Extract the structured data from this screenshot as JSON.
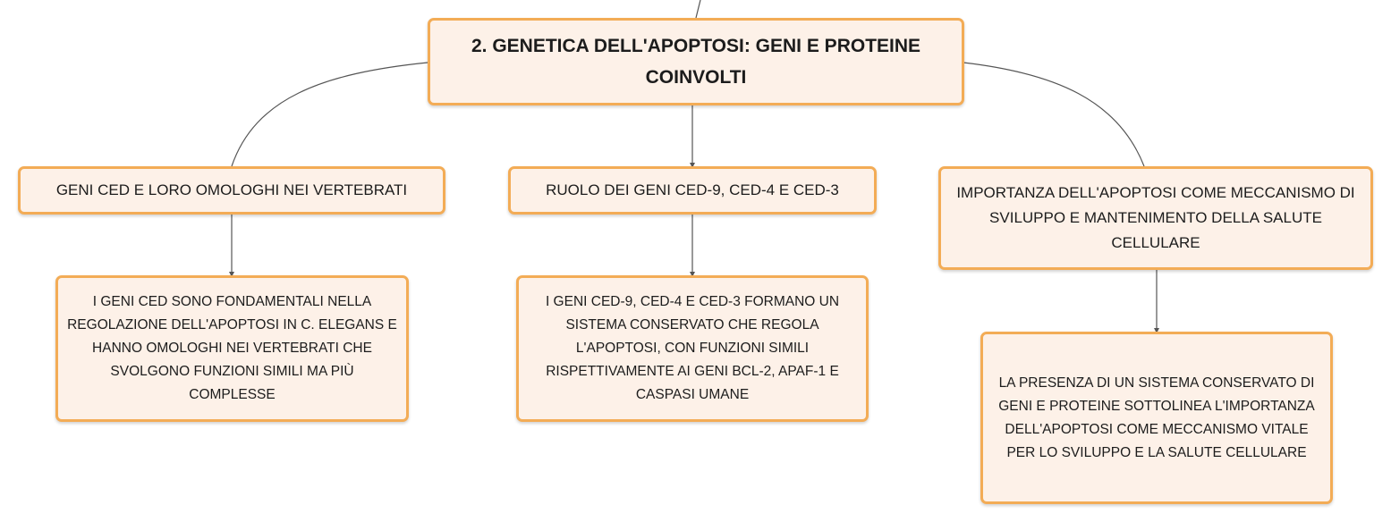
{
  "diagram": {
    "main_topic": "2. GENETICA DELL'APOPTOSI: GENI E PROTEINE COINVOLTI",
    "branches": [
      {
        "title": "GENI CED E LORO OMOLOGHI NEI VERTEBRATI",
        "detail": "I GENI CED SONO FONDAMENTALI NELLA REGOLAZIONE DELL'APOPTOSI IN C. ELEGANS E HANNO OMOLOGHI NEI VERTEBRATI CHE SVOLGONO FUNZIONI SIMILI MA PIÙ COMPLESSE"
      },
      {
        "title": "RUOLO DEI GENI CED-9, CED-4 E CED-3",
        "detail": "I GENI CED-9, CED-4 E CED-3 FORMANO UN SISTEMA CONSERVATO CHE REGOLA L'APOPTOSI, CON FUNZIONI SIMILI RISPETTIVAMENTE AI GENI BCL-2, APAF-1 E CASPASI UMANE"
      },
      {
        "title": "IMPORTANZA DELL'APOPTOSI COME MECCANISMO DI SVILUPPO E MANTENIMENTO DELLA SALUTE CELLULARE",
        "detail": "LA PRESENZA DI UN SISTEMA CONSERVATO DI GENI E PROTEINE SOTTOLINEA L'IMPORTANZA DELL'APOPTOSI COME MECCANISMO VITALE PER LO SVILUPPO E LA SALUTE CELLULARE"
      }
    ]
  },
  "colors": {
    "node_fill": "#fdf1e8",
    "node_border": "#f3ac56",
    "connector": "#555555"
  }
}
